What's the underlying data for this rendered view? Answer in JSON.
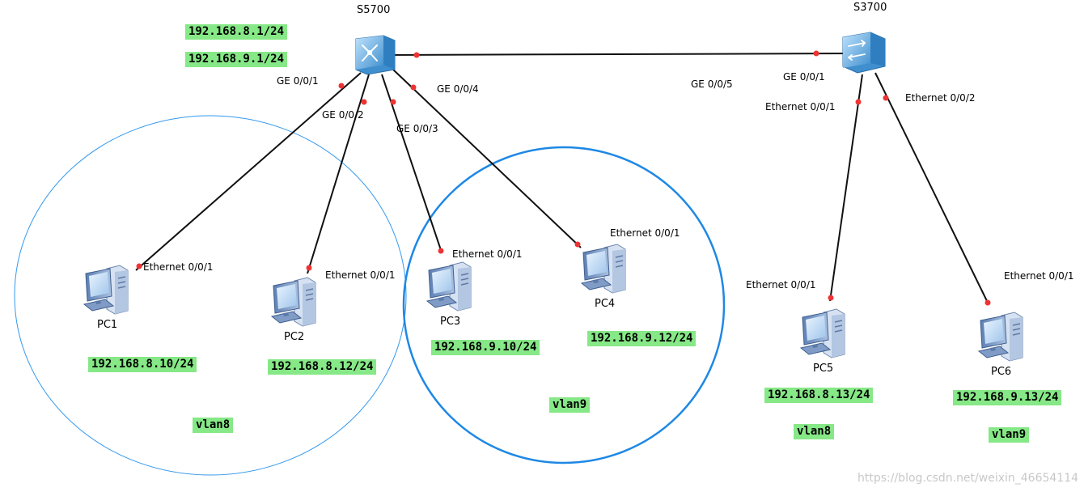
{
  "switches": {
    "core": {
      "name": "S5700",
      "ips": [
        "192.168.8.1/24",
        "192.168.9.1/24"
      ]
    },
    "access": {
      "name": "S3700"
    }
  },
  "ports": {
    "s5700_ge1": "GE 0/0/1",
    "s5700_ge2": "GE 0/0/2",
    "s5700_ge3": "GE 0/0/3",
    "s5700_ge4": "GE 0/0/4",
    "s5700_ge5": "GE 0/0/5",
    "s3700_ge1": "GE 0/0/1",
    "s3700_eth1": "Ethernet 0/0/1",
    "s3700_eth2": "Ethernet 0/0/2"
  },
  "pcs": [
    {
      "name": "PC1",
      "port": "Ethernet 0/0/1",
      "ip": "192.168.8.10/24"
    },
    {
      "name": "PC2",
      "port": "Ethernet 0/0/1",
      "ip": "192.168.8.12/24"
    },
    {
      "name": "PC3",
      "port": "Ethernet 0/0/1",
      "ip": "192.168.9.10/24"
    },
    {
      "name": "PC4",
      "port": "Ethernet 0/0/1",
      "ip": "192.168.9.12/24"
    },
    {
      "name": "PC5",
      "port": "Ethernet 0/0/1",
      "ip": "192.168.8.13/24",
      "vlan": "vlan8"
    },
    {
      "name": "PC6",
      "port": "Ethernet 0/0/1",
      "ip": "192.168.9.13/24",
      "vlan": "vlan9"
    }
  ],
  "vlan_groups": [
    {
      "label": "vlan8",
      "color": "#3399ee"
    },
    {
      "label": "vlan9",
      "color": "#1e88e5"
    }
  ],
  "colors": {
    "link_dot": "#ee3333",
    "tag_bg": "#86e886",
    "switch": "#5aa9df"
  },
  "watermark": "https://blog.csdn.net/weixin_46654114"
}
